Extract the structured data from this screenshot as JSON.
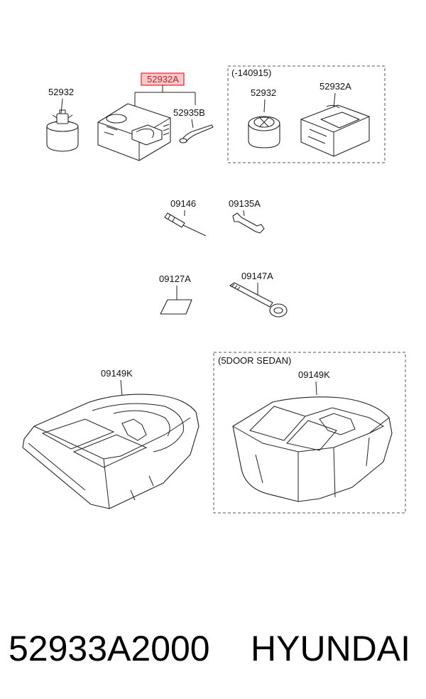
{
  "diagram": {
    "labels": {
      "kit_main": "52932A",
      "bottle_left": "52932",
      "hose": "52935B",
      "variant_box": "(-140915)",
      "variant_bottle": "52932",
      "variant_kit": "52932A",
      "screwdriver": "09146",
      "wrench": "09135A",
      "manual": "09127A",
      "tow_hook": "09147A",
      "tray_left": "09149K",
      "sedan_box": "(5DOOR SEDAN)",
      "tray_right": "09149K"
    },
    "highlight_color": "#e8222a",
    "highlight_fill": "#f6c9cb"
  },
  "footer": {
    "part_number": "52933A2000",
    "brand": "HYUNDAI"
  }
}
